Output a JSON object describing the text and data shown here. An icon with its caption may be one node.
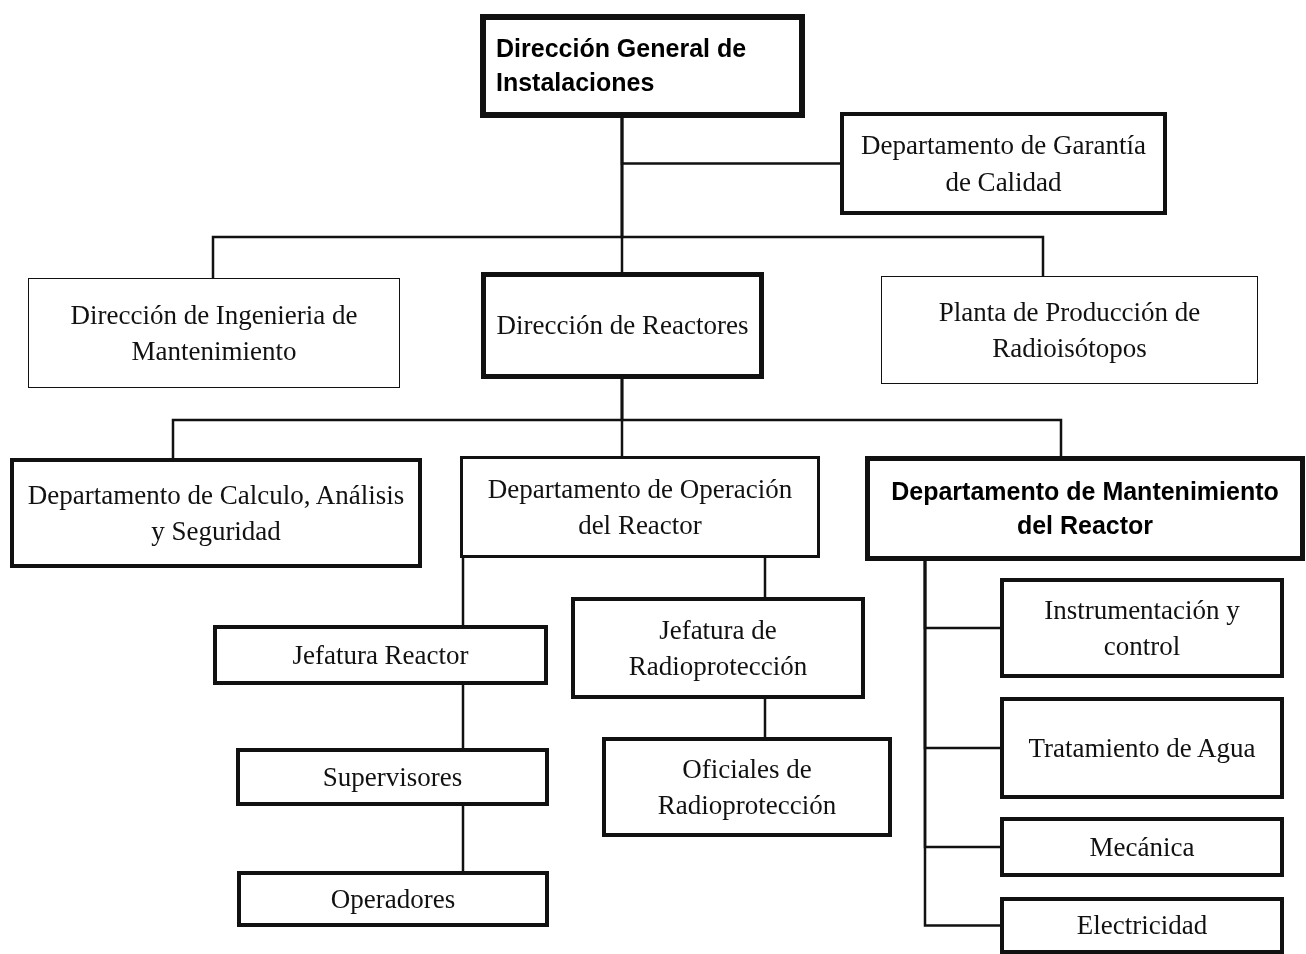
{
  "diagram": {
    "nodes": [
      {
        "text": [
          "Dirección General de Instalaciones"
        ]
      },
      {
        "text": [
          "Departamento de Garantía de Calidad"
        ]
      },
      {
        "text": [
          "Dirección de Ingenieria de Mantenimiento"
        ]
      },
      {
        "text": [
          "Dirección de Reactores"
        ]
      },
      {
        "text": [
          "Planta de Producción de Radioisótopos"
        ]
      },
      {
        "text": [
          "Departamento de Calculo, Análisis y Seguridad"
        ]
      },
      {
        "text": [
          "Departamento de Operación del Reactor"
        ]
      },
      {
        "text": [
          "Departamento de Mantenimiento del Reactor"
        ]
      },
      {
        "text": [
          "Jefatura Reactor"
        ]
      },
      {
        "text": [
          "Jefatura de Radioprotección"
        ]
      },
      {
        "text": [
          "Supervisores"
        ]
      },
      {
        "text": [
          "Operadores"
        ]
      },
      {
        "text": [
          "Oficiales de Radioprotección"
        ]
      },
      {
        "text": [
          "Instrumentación y control"
        ]
      },
      {
        "text": [
          "Tratamiento de Agua"
        ]
      },
      {
        "text": [
          "Mecánica"
        ]
      },
      {
        "text": [
          "Electricidad"
        ]
      }
    ],
    "edges": [
      {
        "from": 0,
        "to": 1,
        "arrow": "none"
      },
      {
        "from": 0,
        "to": 2,
        "arrow": "none"
      },
      {
        "from": 0,
        "to": 3,
        "arrow": "none"
      },
      {
        "from": 0,
        "to": 4,
        "arrow": "none"
      },
      {
        "from": 3,
        "to": 5,
        "arrow": "none"
      },
      {
        "from": 3,
        "to": 6,
        "arrow": "none"
      },
      {
        "from": 3,
        "to": 7,
        "arrow": "none"
      },
      {
        "from": 6,
        "to": 8,
        "arrow": "none"
      },
      {
        "from": 6,
        "to": 9,
        "arrow": "none"
      },
      {
        "from": 8,
        "to": 10,
        "arrow": "none"
      },
      {
        "from": 10,
        "to": 11,
        "arrow": "none"
      },
      {
        "from": 9,
        "to": 12,
        "arrow": "none"
      },
      {
        "from": 7,
        "to": 13,
        "arrow": "none"
      },
      {
        "from": 7,
        "to": 14,
        "arrow": "none"
      },
      {
        "from": 7,
        "to": 15,
        "arrow": "none"
      },
      {
        "from": 7,
        "to": 16,
        "arrow": "none"
      }
    ]
  }
}
